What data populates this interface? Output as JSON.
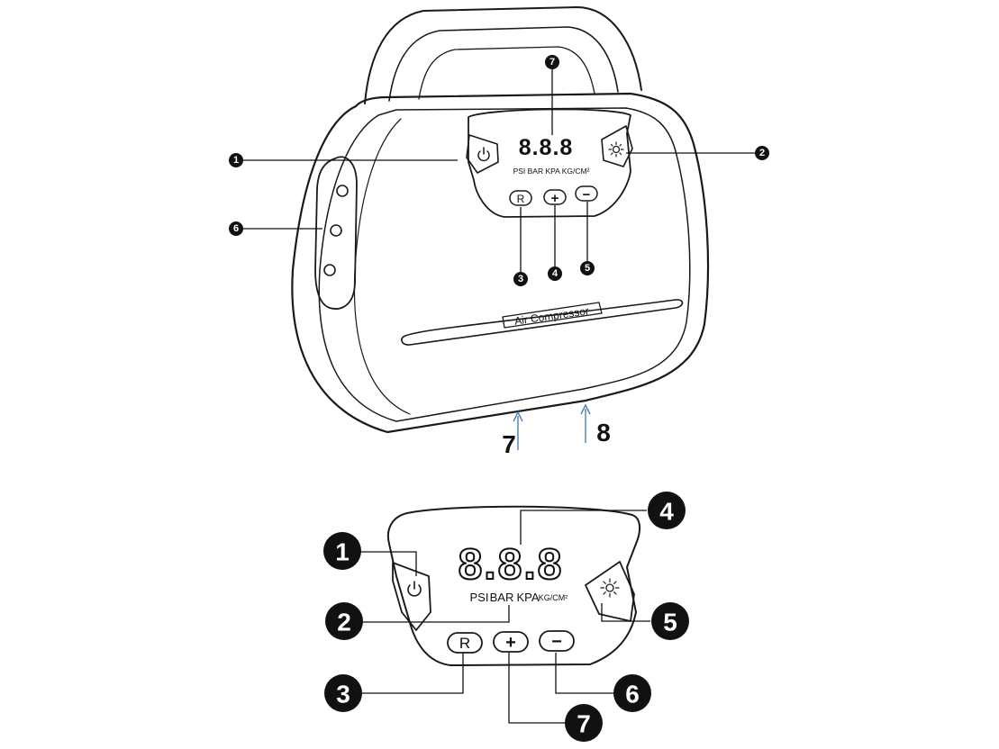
{
  "top_device": {
    "display_digits": "8.8.8",
    "units": [
      "PSI",
      "BAR",
      "KPA",
      "KG/CM²"
    ],
    "units_text": "PSI  BAR  KPA  KG/CM²",
    "reset_button": "R",
    "plus_button": "+",
    "minus_button": "−",
    "brand_text": "Air Compressor",
    "callouts": [
      "1",
      "2",
      "3",
      "4",
      "5",
      "6",
      "7"
    ],
    "bottom_labels": [
      "7",
      "8"
    ]
  },
  "panel_detail": {
    "display_digits": "8.8.8",
    "units": [
      "PSI",
      "BAR",
      "KPA",
      "KG/CM²"
    ],
    "reset_button": "R",
    "plus_button": "+",
    "minus_button": "−",
    "callouts": [
      "1",
      "2",
      "3",
      "4",
      "5",
      "6",
      "7"
    ]
  },
  "colors": {
    "line": "#1a1a1a",
    "badge": "#111111",
    "arrow": "#4a7fb5"
  },
  "icons": [
    "power-icon",
    "light-icon",
    "reset-button",
    "plus-button",
    "minus-button"
  ]
}
